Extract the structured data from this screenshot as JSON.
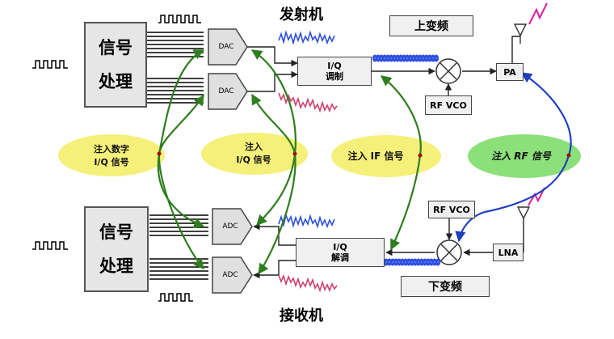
{
  "titles": {
    "transmitter": "发射机",
    "receiver": "接收机",
    "up_conversion": "上变频",
    "down_conversion": "下变频"
  },
  "signal_processing": {
    "line1": "信号",
    "line2": "处理"
  },
  "blocks": {
    "dac": "DAC",
    "adc": "ADC",
    "iq_label": "I/Q",
    "modulation": "调制",
    "demodulation": "解调",
    "pa": "PA",
    "lna": "LNA",
    "rf_vco": "RF VCO"
  },
  "injection_points": {
    "digital_iq_line1": "注入数字",
    "digital_iq_line2": "I/Q 信号",
    "iq_line1": "注入",
    "iq_line2": "I/Q 信号",
    "if": "注入 IF 信号",
    "rf": "注入 RF 信号"
  },
  "colors": {
    "green_path": "#2e7d1e",
    "blue_path": "#1f3fbf",
    "yellow_ellipse": "#f5f07a",
    "green_ellipse": "#8be07a",
    "signal_blue": "#2e4fe0",
    "signal_red": "#d0406a",
    "rf_magenta": "#e0209a"
  }
}
